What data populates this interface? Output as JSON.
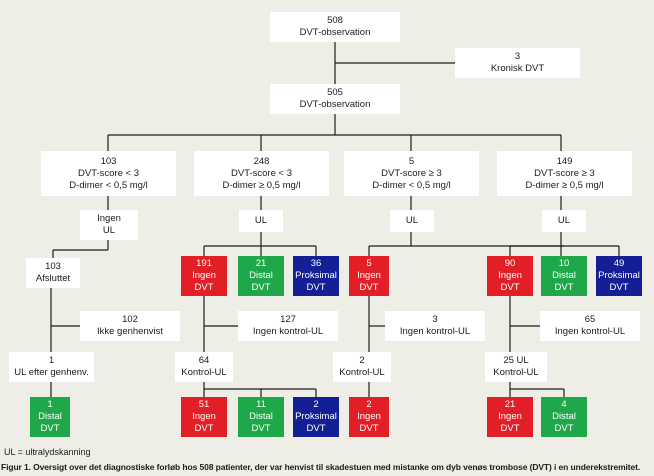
{
  "nodes": {
    "n508": {
      "lines": [
        "508",
        "DVT-observation"
      ],
      "kind": "plain"
    },
    "n3": {
      "lines": [
        "3",
        "Kronisk DVT"
      ],
      "kind": "plain"
    },
    "n505": {
      "lines": [
        "505",
        "DVT-observation"
      ],
      "kind": "plain"
    },
    "g1": {
      "lines": [
        "103",
        "DVT-score < 3",
        "D-dimer < 0,5 mg/l"
      ],
      "kind": "plain"
    },
    "g2": {
      "lines": [
        "248",
        "DVT-score < 3",
        "D-dimer ≥ 0,5 mg/l"
      ],
      "kind": "plain"
    },
    "g3": {
      "lines": [
        "5",
        "DVT-score ≥ 3",
        "D-dimer < 0,5 mg/l"
      ],
      "kind": "plain"
    },
    "g4": {
      "lines": [
        "149",
        "DVT-score ≥ 3",
        "D-dimer ≥ 0,5 mg/l"
      ],
      "kind": "plain"
    },
    "g1ul": {
      "lines": [
        "Ingen",
        "UL"
      ],
      "kind": "plain"
    },
    "g2ul": {
      "lines": [
        "UL"
      ],
      "kind": "plain"
    },
    "g3ul": {
      "lines": [
        "UL"
      ],
      "kind": "plain"
    },
    "g4ul": {
      "lines": [
        "UL"
      ],
      "kind": "plain"
    },
    "g1a": {
      "lines": [
        "103",
        "Afsluttet"
      ],
      "kind": "plain"
    },
    "g1b": {
      "lines": [
        "102",
        "Ikke genhenvist"
      ],
      "kind": "plain"
    },
    "g1c": {
      "lines": [
        "1",
        "UL efter genhenv."
      ],
      "kind": "plain"
    },
    "g1d": {
      "lines": [
        "1",
        "Distal",
        "DVT"
      ],
      "kind": "green"
    },
    "g2r1": {
      "lines": [
        "191",
        "Ingen",
        "DVT"
      ],
      "kind": "red"
    },
    "g2r2": {
      "lines": [
        "21",
        "Distal",
        "DVT"
      ],
      "kind": "green"
    },
    "g2r3": {
      "lines": [
        "36",
        "Proksimal",
        "DVT"
      ],
      "kind": "blue"
    },
    "g2x": {
      "lines": [
        "127",
        "Ingen kontrol-UL"
      ],
      "kind": "plain"
    },
    "g2k": {
      "lines": [
        "64",
        "Kontrol-UL"
      ],
      "kind": "plain"
    },
    "g2f1": {
      "lines": [
        "51",
        "Ingen",
        "DVT"
      ],
      "kind": "red"
    },
    "g2f2": {
      "lines": [
        "11",
        "Distal",
        "DVT"
      ],
      "kind": "green"
    },
    "g2f3": {
      "lines": [
        "2",
        "Proksimal",
        "DVT"
      ],
      "kind": "blue"
    },
    "g3r1": {
      "lines": [
        "5",
        "Ingen",
        "DVT"
      ],
      "kind": "red"
    },
    "g3x": {
      "lines": [
        "3",
        "Ingen kontrol-UL"
      ],
      "kind": "plain"
    },
    "g3k": {
      "lines": [
        "2",
        "Kontrol-UL"
      ],
      "kind": "plain"
    },
    "g3f1": {
      "lines": [
        "2",
        "Ingen",
        "DVT"
      ],
      "kind": "red"
    },
    "g4r1": {
      "lines": [
        "90",
        "Ingen",
        "DVT"
      ],
      "kind": "red"
    },
    "g4r2": {
      "lines": [
        "10",
        "Distal",
        "DVT"
      ],
      "kind": "green"
    },
    "g4r3": {
      "lines": [
        "49",
        "Proksimal",
        "DVT"
      ],
      "kind": "blue"
    },
    "g4x": {
      "lines": [
        "65",
        "Ingen kontrol-UL"
      ],
      "kind": "plain"
    },
    "g4k": {
      "lines": [
        "25 UL",
        "Kontrol-UL"
      ],
      "kind": "plain"
    },
    "g4f1": {
      "lines": [
        "21",
        "Ingen",
        "DVT"
      ],
      "kind": "red"
    },
    "g4f2": {
      "lines": [
        "4",
        "Distal",
        "DVT"
      ],
      "kind": "green"
    }
  },
  "legend": "UL = ultralydskanning",
  "caption": "Figur 1. Oversigt over det diagnostiske forløb hos 508 patienter, der var henvist til skadestuen med mistanke om dyb venøs trombose (DVT) i en underekstremitet.",
  "colors": {
    "background": "#efeee6",
    "line": "#1b1b1b",
    "red": "#e21f26",
    "green": "#1ea84a",
    "blue": "#141f96"
  }
}
